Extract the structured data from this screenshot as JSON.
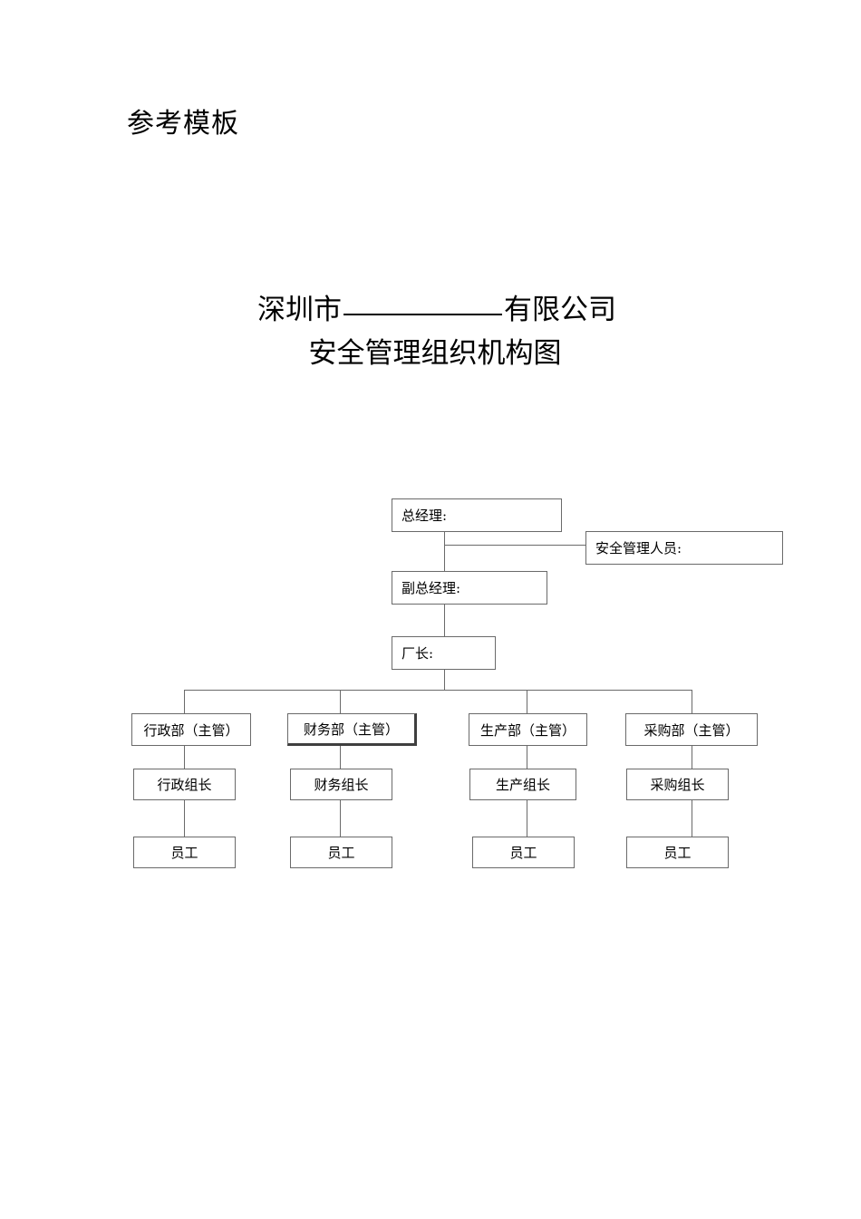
{
  "page": {
    "template_label": "参考模板",
    "background_color": "#ffffff",
    "line_color": "#6a6a6a",
    "text_color": "#000000"
  },
  "title": {
    "company_prefix": "深圳市",
    "company_blank": "__________",
    "company_suffix": "有限公司",
    "subtitle": "安全管理组织机构图"
  },
  "chart_data": {
    "type": "diagram",
    "title": "深圳市 __________有限公司 安全管理组织机构图",
    "nodes": [
      {
        "id": "gm",
        "label": "总经理:",
        "level": 0
      },
      {
        "id": "safety",
        "label": "安全管理人员:",
        "level": 0
      },
      {
        "id": "deputy_gm",
        "label": "副总经理:",
        "level": 1
      },
      {
        "id": "plant",
        "label": "厂长:",
        "level": 2
      },
      {
        "id": "admin_dep",
        "label": "行政部（主管）",
        "level": 3
      },
      {
        "id": "fin_dep",
        "label": "财务部（主管）",
        "level": 3
      },
      {
        "id": "prod_dep",
        "label": "生产部（主管）",
        "level": 3
      },
      {
        "id": "purch_dep",
        "label": "采购部（主管）",
        "level": 3
      },
      {
        "id": "admin_lead",
        "label": "行政组长",
        "level": 4
      },
      {
        "id": "fin_lead",
        "label": "财务组长",
        "level": 4
      },
      {
        "id": "prod_lead",
        "label": "生产组长",
        "level": 4
      },
      {
        "id": "purch_lead",
        "label": "采购组长",
        "level": 4
      },
      {
        "id": "admin_staff",
        "label": "员工",
        "level": 5
      },
      {
        "id": "fin_staff",
        "label": "员工",
        "level": 5
      },
      {
        "id": "prod_staff",
        "label": "员工",
        "level": 5
      },
      {
        "id": "purch_staff",
        "label": "员工",
        "level": 5
      }
    ],
    "edges": [
      {
        "from": "gm",
        "to": "safety"
      },
      {
        "from": "gm",
        "to": "deputy_gm"
      },
      {
        "from": "deputy_gm",
        "to": "plant"
      },
      {
        "from": "plant",
        "to": "admin_dep"
      },
      {
        "from": "plant",
        "to": "fin_dep"
      },
      {
        "from": "plant",
        "to": "prod_dep"
      },
      {
        "from": "plant",
        "to": "purch_dep"
      },
      {
        "from": "admin_dep",
        "to": "admin_lead"
      },
      {
        "from": "fin_dep",
        "to": "fin_lead"
      },
      {
        "from": "prod_dep",
        "to": "prod_lead"
      },
      {
        "from": "purch_dep",
        "to": "purch_lead"
      },
      {
        "from": "admin_lead",
        "to": "admin_staff"
      },
      {
        "from": "fin_lead",
        "to": "fin_staff"
      },
      {
        "from": "prod_lead",
        "to": "prod_staff"
      },
      {
        "from": "purch_lead",
        "to": "purch_staff"
      }
    ]
  }
}
